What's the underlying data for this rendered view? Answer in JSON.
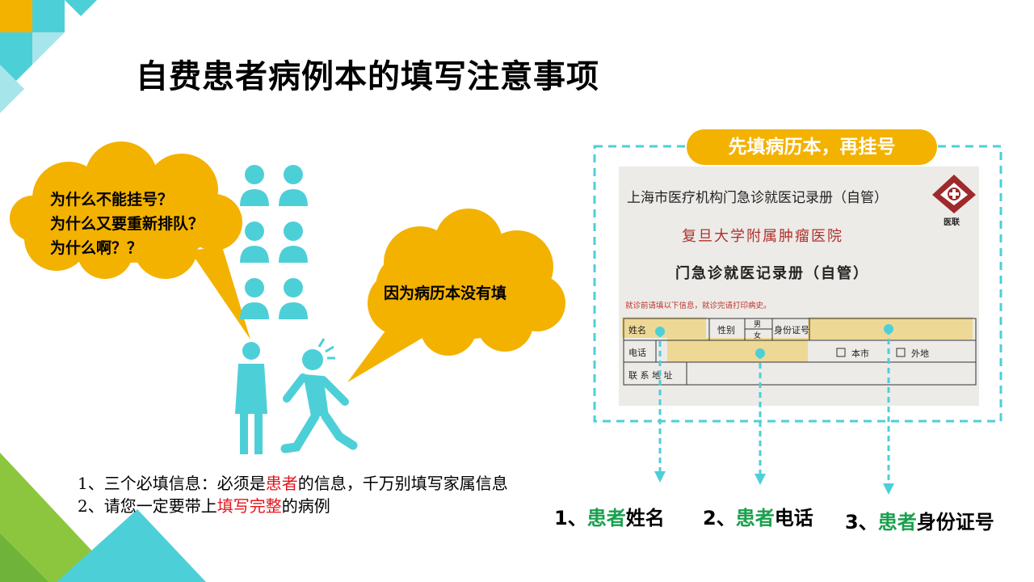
{
  "title": "自费患者病例本的填写注意事项",
  "cloud_questions": [
    "为什么不能挂号？",
    "为什么又要重新排队？",
    "为什么啊？？"
  ],
  "cloud_answer": "因为病历本没有填",
  "banner": "先填病历本，再挂号",
  "form": {
    "header": "上海市医疗机构门急诊就医记录册（自管）",
    "logo_text": "医联",
    "hospital": "复旦大学附属肿瘤医院",
    "book_title": "门急诊就医记录册（自管）",
    "notice": "就诊前请填以下信息，就诊完请打印病史。",
    "fields": {
      "name": "姓名",
      "gender": "性别",
      "male": "男",
      "female": "女",
      "id": "身份证号",
      "phone": "电话",
      "local": "本市",
      "nonlocal": "外地",
      "address": "联 系 地 址"
    }
  },
  "notes": {
    "line1_pre": "1、三个必填信息：必须是",
    "line1_highlight": "患者",
    "line1_post": "的信息，千万别填写家属信息",
    "line2_pre": "2、请您一定要带上",
    "line2_highlight": "填写完整",
    "line2_post": "的病例"
  },
  "callouts": [
    {
      "num": "1、",
      "highlight": "患者",
      "rest": "姓名"
    },
    {
      "num": "2、",
      "highlight": "患者",
      "rest": "电话"
    },
    {
      "num": "3、",
      "highlight": "患者",
      "rest": "身份证号"
    }
  ],
  "colors": {
    "teal": "#4dcfd8",
    "yellow": "#f3b200",
    "green_text": "#1aa04d",
    "red_text": "#e4151c",
    "lime": "#8cc63e"
  }
}
